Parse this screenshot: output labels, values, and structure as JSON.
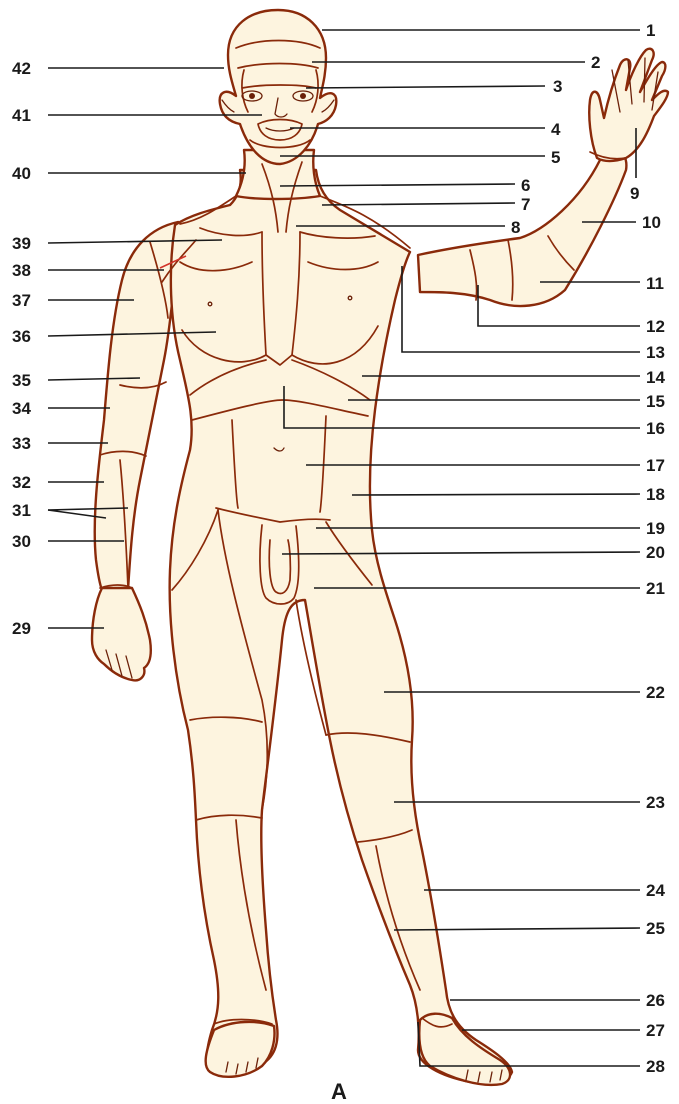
{
  "figure": {
    "caption": "A",
    "colors": {
      "outline": "#8a2a0a",
      "skin": "#fdf4df",
      "labels": "#1a1a1a"
    }
  },
  "labels": {
    "n1": "1",
    "n2": "2",
    "n3": "3",
    "n4": "4",
    "n5": "5",
    "n6": "6",
    "n7": "7",
    "n8": "8",
    "n9": "9",
    "n10": "10",
    "n11": "11",
    "n12": "12",
    "n13": "13",
    "n14": "14",
    "n15": "15",
    "n16": "16",
    "n17": "17",
    "n18": "18",
    "n19": "19",
    "n20": "20",
    "n21": "21",
    "n22": "22",
    "n23": "23",
    "n24": "24",
    "n25": "25",
    "n26": "26",
    "n27": "27",
    "n28": "28",
    "n29": "29",
    "n30": "30",
    "n31": "31",
    "n32": "32",
    "n33": "33",
    "n34": "34",
    "n35": "35",
    "n36": "36",
    "n37": "37",
    "n38": "38",
    "n39": "39",
    "n40": "40",
    "n41": "41",
    "n42": "42"
  }
}
